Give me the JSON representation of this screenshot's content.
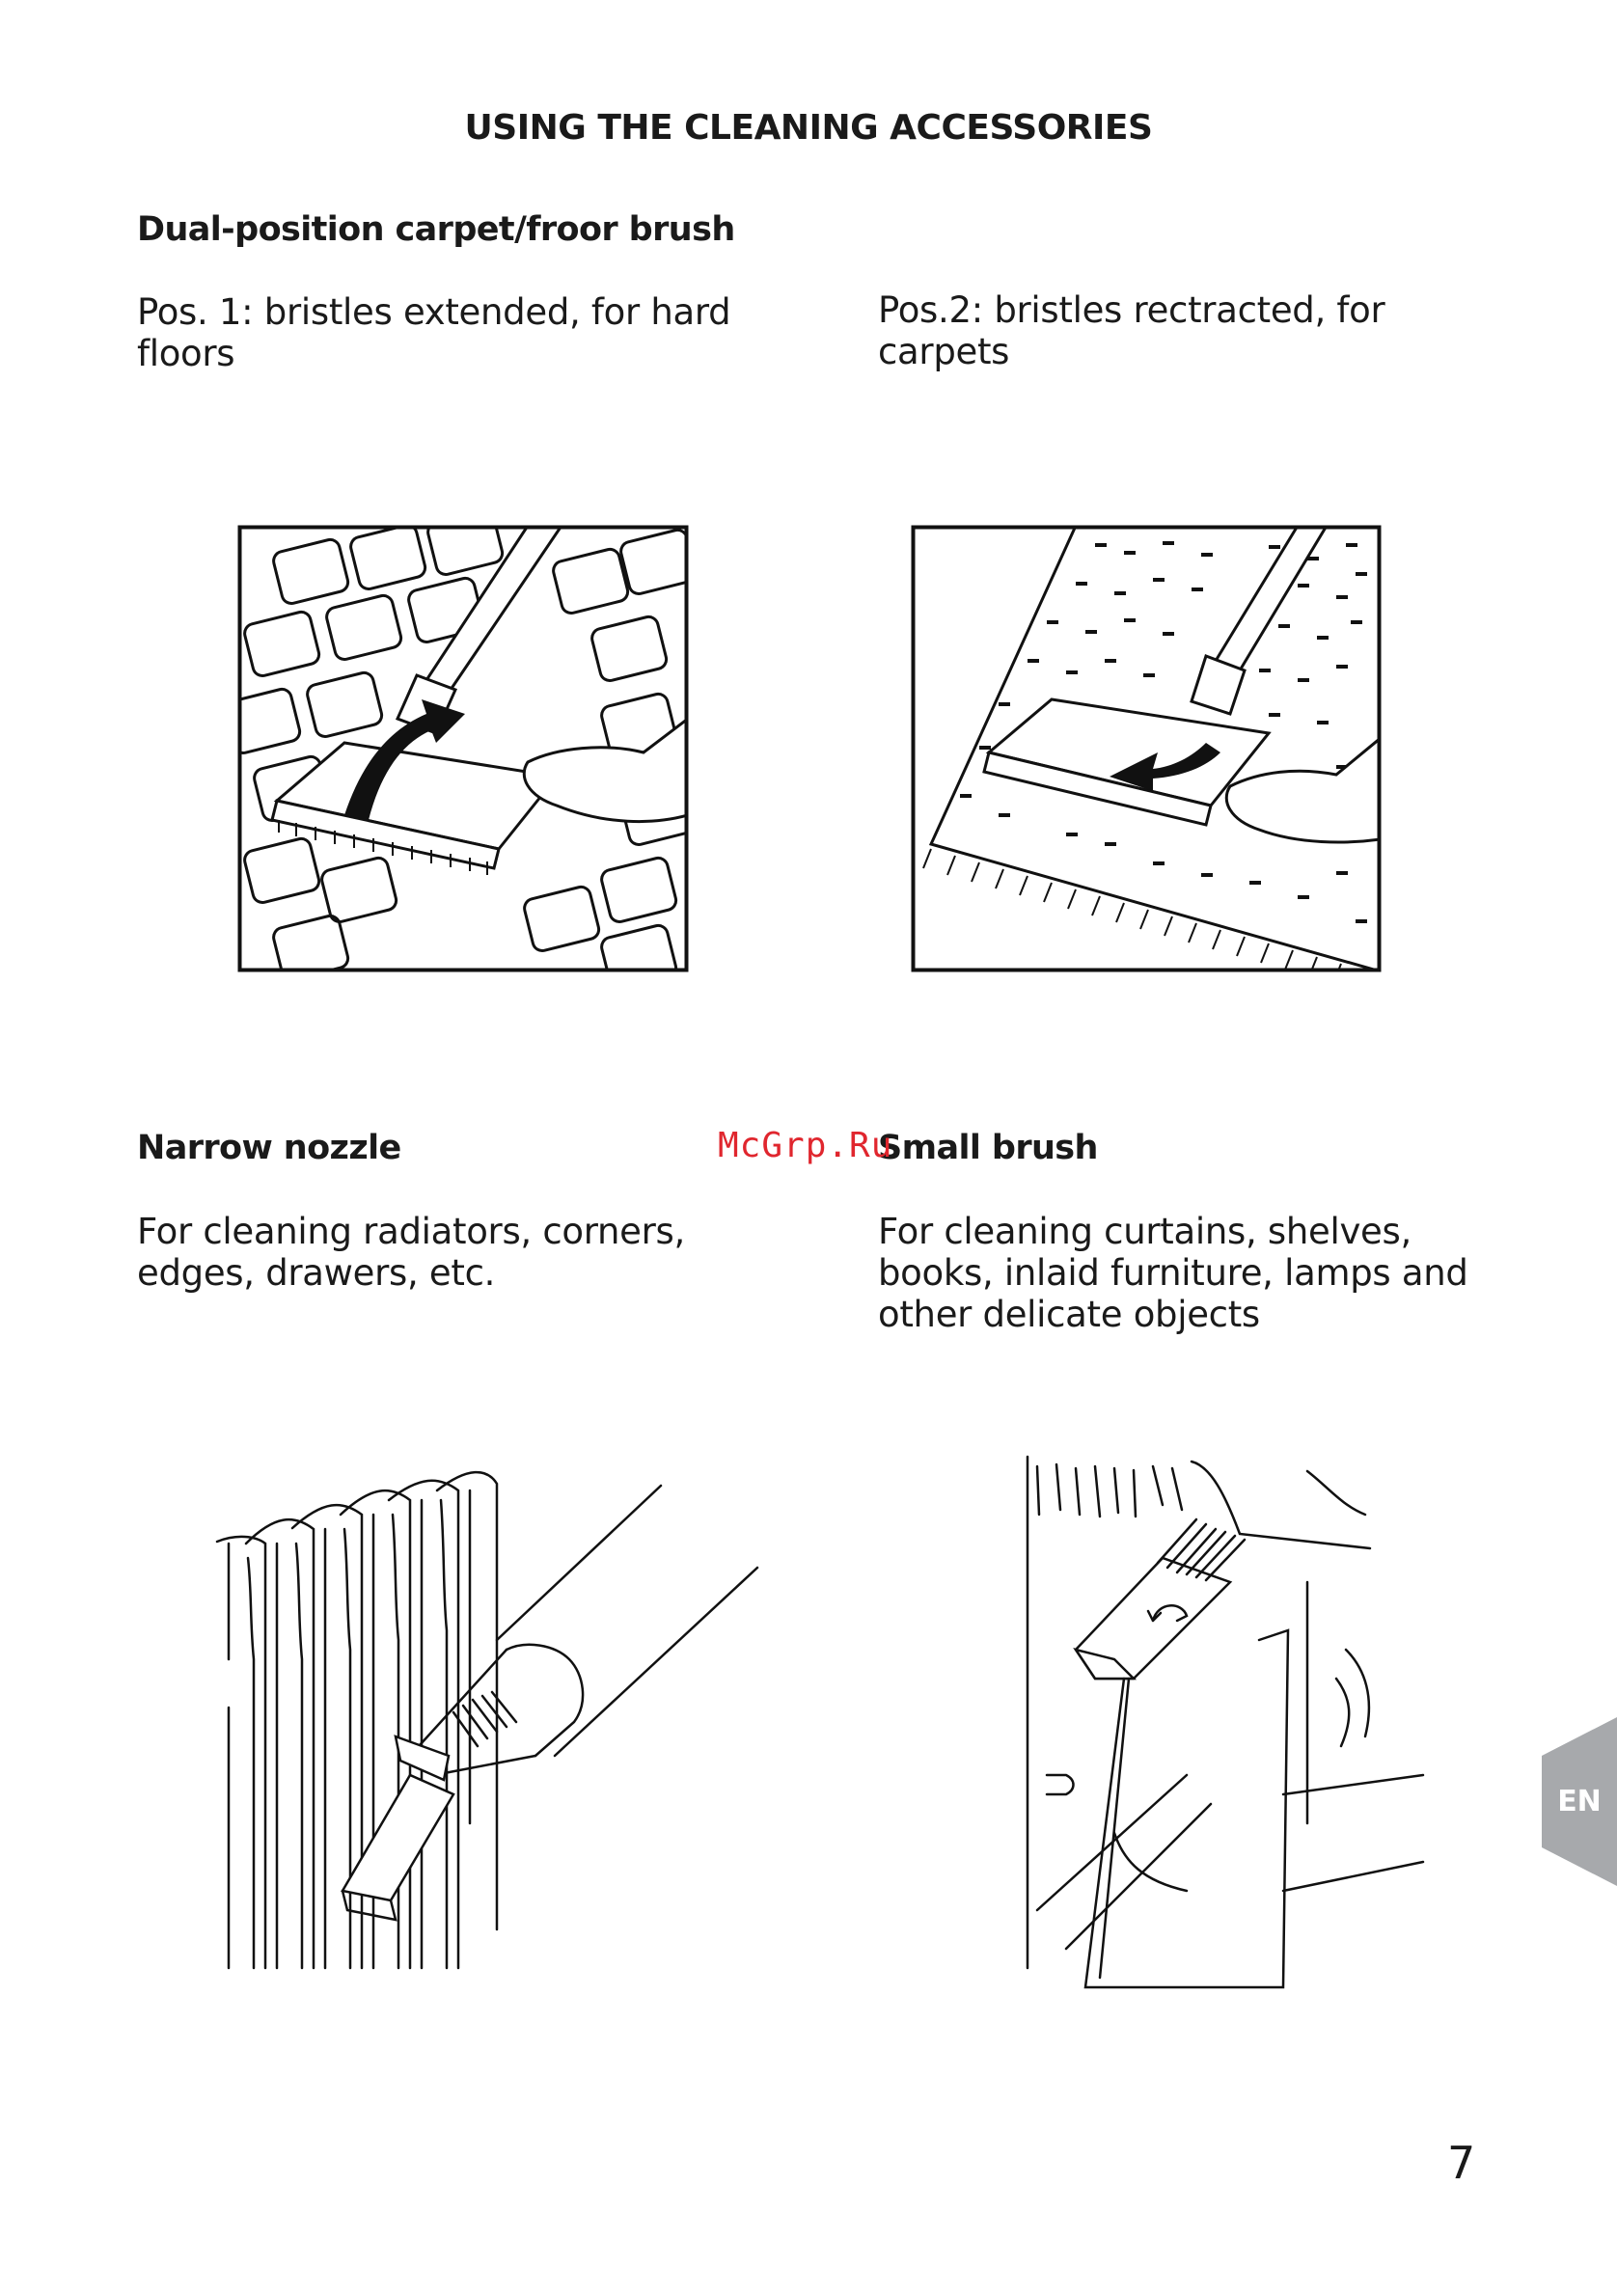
{
  "title": "USING THE CLEANING ACCESSORIES",
  "sections": [
    {
      "heading": "Dual-position carpet/froor brush",
      "pos1_lines": [
        "Pos. 1: bristles extended, for hard",
        "floors"
      ],
      "pos2_lines": [
        "Pos.2: bristles rectracted, for",
        "carpets"
      ]
    },
    {
      "heading": "Narrow nozzle",
      "desc_lines": [
        "For cleaning radiators, corners,",
        "edges, drawers, etc."
      ]
    },
    {
      "heading": "Small brush",
      "desc_lines": [
        "For cleaning curtains, shelves,",
        "books, inlaid furniture, lamps and",
        "other delicate objects"
      ]
    }
  ],
  "watermark": "McGrp.Ru",
  "lang_tab": "EN",
  "page_number": "7"
}
